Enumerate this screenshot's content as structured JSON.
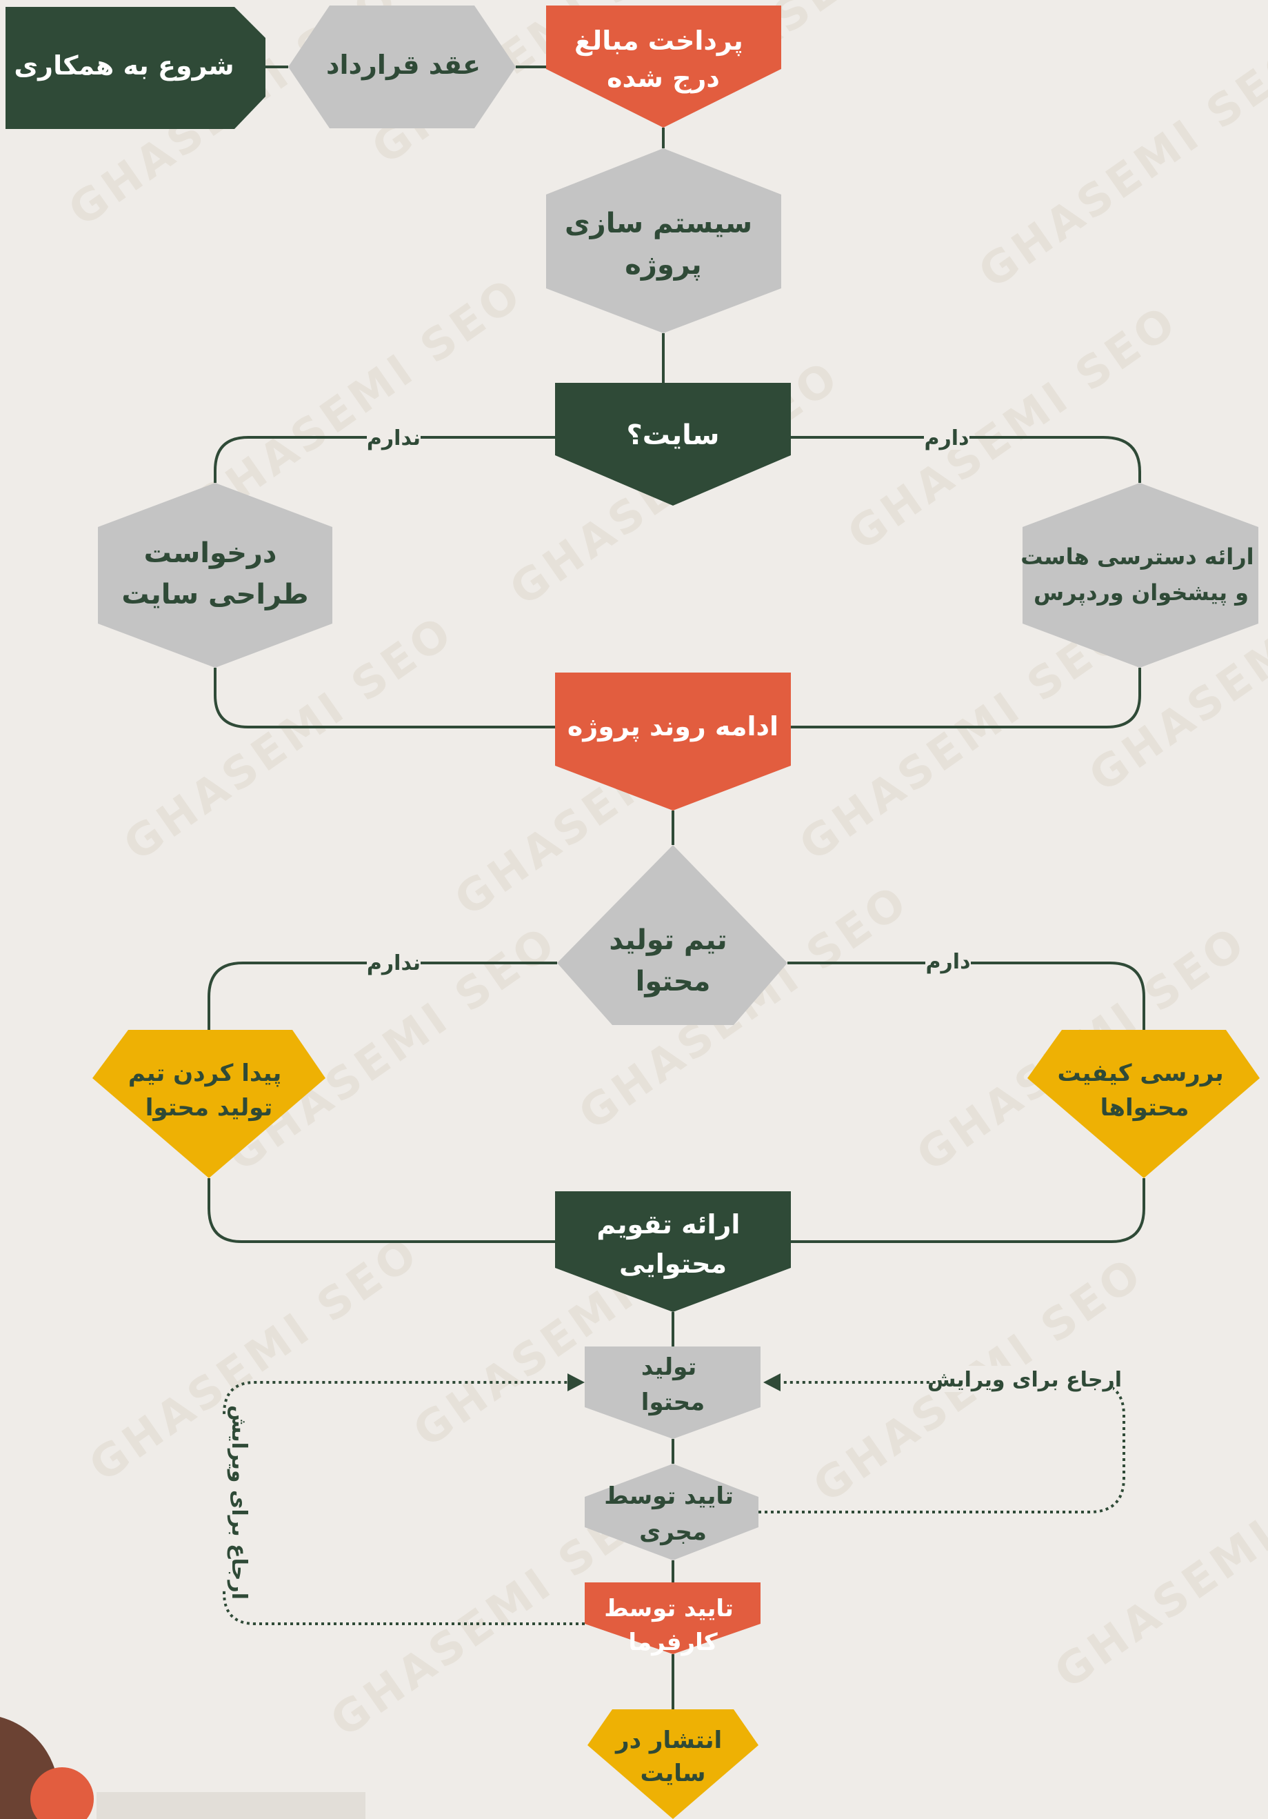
{
  "colors": {
    "background": "#efece8",
    "dark_green": "#2f4a37",
    "orange": "#e25d3f",
    "gray": "#c4c4c4",
    "yellow": "#eeb104",
    "line": "#2f4a37",
    "text_dark": "#2f4a37",
    "text_light": "#ffffff"
  },
  "watermark": "GHASEMI SEO",
  "nodes": {
    "start": "شروع به همکاری",
    "contract": [
      "عقد قرارداد"
    ],
    "payment": [
      "پرداخت مبالغ",
      "درج شده"
    ],
    "systemize": [
      "سیستم سازی",
      "پروژه"
    ],
    "site_question": [
      "سایت؟"
    ],
    "request_design": [
      "درخواست",
      "طراحی سایت"
    ],
    "provide_access": [
      "ارائه دسترسی هاست",
      "و پیشخوان وردپرس"
    ],
    "continue_project": [
      "ادامه روند پروژه"
    ],
    "content_team_question": [
      "تیم تولید",
      "محتوا"
    ],
    "find_team": [
      "پیدا کردن تیم",
      "تولید محتوا"
    ],
    "quality_check": [
      "بررسی کیفیت",
      "محتواها"
    ],
    "content_calendar": [
      "ارائه تقویم",
      "محتوایی"
    ],
    "produce_content": [
      "تولید",
      "محتوا"
    ],
    "executor_approval": [
      "تایید توسط",
      "مجری"
    ],
    "client_approval": [
      "تایید توسط",
      "کارفرما"
    ],
    "publish": [
      "انتشار در",
      "سایت"
    ]
  },
  "edge_labels": {
    "site_no": "ندارم",
    "site_yes": "دارم",
    "team_no": "ندارم",
    "team_yes": "دارم",
    "return_right": "ارجاع برای ویرایش",
    "return_left": "ارجاع برای ویرایش"
  }
}
